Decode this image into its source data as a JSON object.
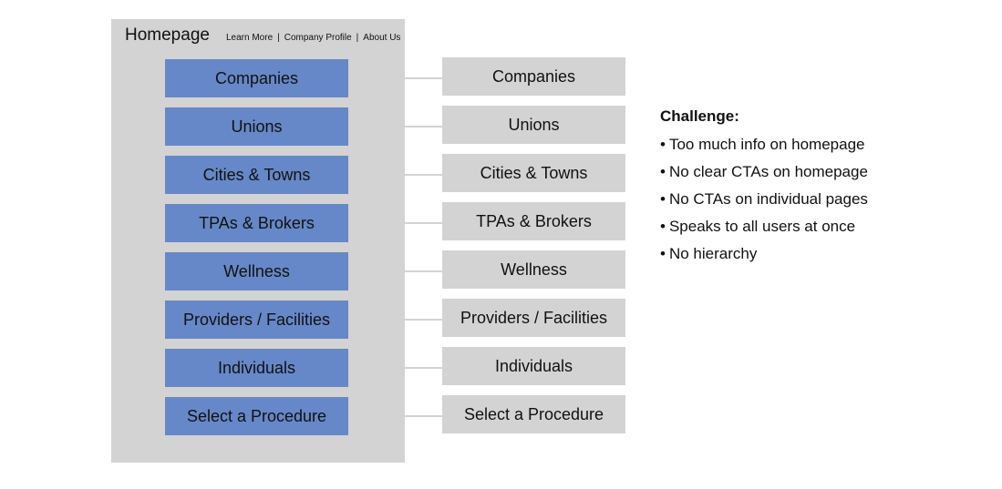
{
  "homepage": {
    "title": "Homepage",
    "links": [
      "Learn More",
      "Company Profile",
      "About Us"
    ],
    "separator": "|"
  },
  "nav_items": [
    "Companies",
    "Unions",
    "Cities & Towns",
    "TPAs & Brokers",
    "Wellness",
    "Providers / Facilities",
    "Individuals",
    "Select a Procedure"
  ],
  "pages": [
    "Companies",
    "Unions",
    "Cities & Towns",
    "TPAs & Brokers",
    "Wellness",
    "Providers / Facilities",
    "Individuals",
    "Select a Procedure"
  ],
  "challenge": {
    "title": "Challenge:",
    "items": [
      "Too much info on homepage",
      "No clear CTAs on homepage",
      "No CTAs on individual pages",
      "Speaks to all users at once",
      "No hierarchy"
    ]
  },
  "colors": {
    "nav_box": "#6688c8",
    "panel": "#d3d3d3"
  }
}
